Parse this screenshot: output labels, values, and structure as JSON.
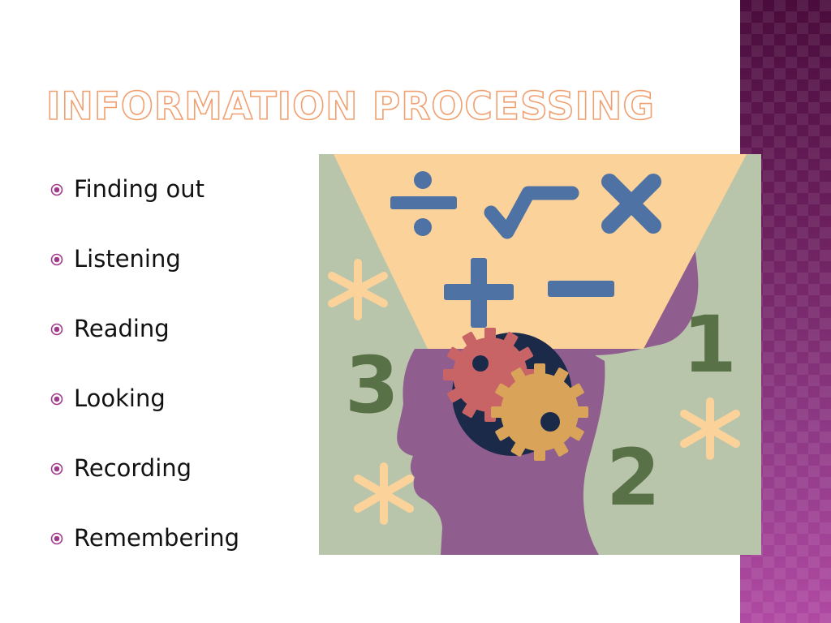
{
  "slide": {
    "title": "Information Processing",
    "bullets": [
      {
        "label": "Finding out"
      },
      {
        "label": "Listening"
      },
      {
        "label": "Reading"
      },
      {
        "label": "Looking"
      },
      {
        "label": "Recording"
      },
      {
        "label": "Remembering"
      }
    ]
  },
  "illustration": {
    "numbers": {
      "one": "1",
      "two": "2",
      "three": "3"
    },
    "math_symbols": [
      "÷",
      "√",
      "×",
      "+",
      "−"
    ],
    "colors": {
      "background": "#b9c5aa",
      "funnel": "#fbd29a",
      "head": "#8f5e8e",
      "symbols": "#4e72a3",
      "numbers": "#587146",
      "asterisks": "#fbd29a",
      "brain": "#1c2a4a",
      "gear_red": "#c86466",
      "gear_gold": "#d9a45a"
    }
  },
  "theme": {
    "accent": "#f0a070",
    "side_band": "#6a1f5c",
    "bullet_color": "#a03a8c"
  }
}
